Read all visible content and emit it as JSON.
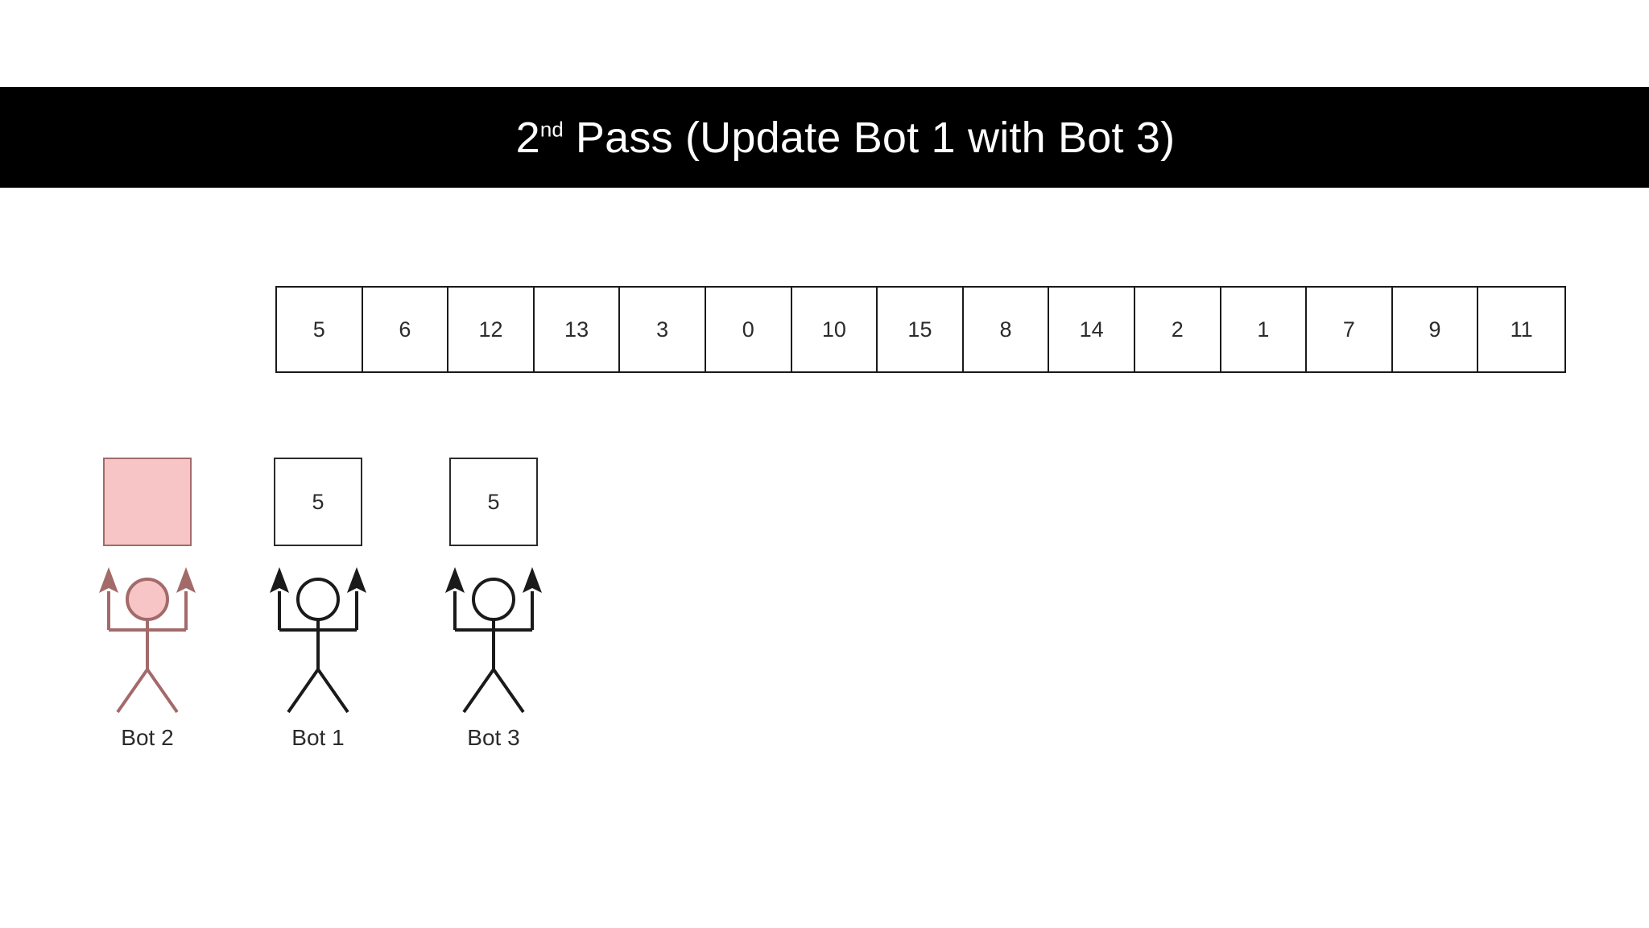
{
  "title": {
    "prefix": "2",
    "ordinal_suffix": "nd",
    "rest": " Pass (Update Bot 1 with Bot 3)",
    "full": "2nd Pass (Update Bot 1 with Bot 3)",
    "background_color": "#000000",
    "text_color": "#ffffff"
  },
  "array": {
    "name": "data-array",
    "cells": [
      {
        "index": 0,
        "value": "5"
      },
      {
        "index": 1,
        "value": "6"
      },
      {
        "index": 2,
        "value": "12"
      },
      {
        "index": 3,
        "value": "13"
      },
      {
        "index": 4,
        "value": "3"
      },
      {
        "index": 5,
        "value": "0"
      },
      {
        "index": 6,
        "value": "10"
      },
      {
        "index": 7,
        "value": "15"
      },
      {
        "index": 8,
        "value": "8"
      },
      {
        "index": 9,
        "value": "14"
      },
      {
        "index": 10,
        "value": "2"
      },
      {
        "index": 11,
        "value": "1"
      },
      {
        "index": 12,
        "value": "7"
      },
      {
        "index": 13,
        "value": "9"
      },
      {
        "index": 14,
        "value": "11"
      }
    ]
  },
  "bots": [
    {
      "id": "bot-2",
      "label": "Bot 2",
      "box_value": "",
      "highlighted": true,
      "color": "#a36a6a",
      "fill": "#f7c5c5"
    },
    {
      "id": "bot-1",
      "label": "Bot 1",
      "box_value": "5",
      "highlighted": false,
      "color": "#2b2b2b",
      "fill": "#ffffff"
    },
    {
      "id": "bot-3",
      "label": "Bot 3",
      "box_value": "5",
      "highlighted": false,
      "color": "#2b2b2b",
      "fill": "#ffffff"
    }
  ],
  "colors": {
    "banner": "#000000",
    "stroke": "#2b2b2b",
    "highlight_stroke": "#a36a6a",
    "highlight_fill": "#f7c5c5",
    "page_background": "#ffffff"
  }
}
